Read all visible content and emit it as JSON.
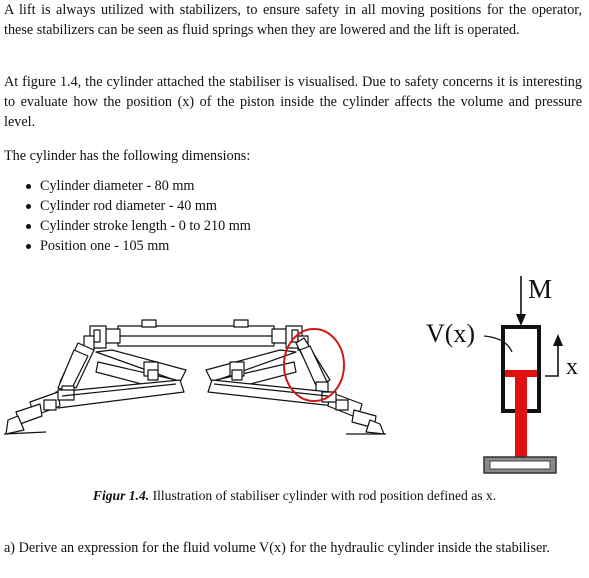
{
  "paragraphs": {
    "intro": "A lift is always utilized with stabilizers, to ensure safety in all moving positions for the operator, these stabilizers can be seen as fluid springs when they are lowered and the lift is operated.",
    "figure_ref": "At figure 1.4, the cylinder attached the stabiliser is visualised. Due to safety concerns it is interesting to evaluate how the position (x) of the piston inside the cylinder affects the volume and pressure level.",
    "dimensions_intro": "The cylinder has the following dimensions:"
  },
  "dimensions": [
    "Cylinder diameter - 80 mm",
    "Cylinder rod diameter - 40 mm",
    "Cylinder stroke length - 0 to 210 mm",
    "Position one - 105 mm"
  ],
  "figure": {
    "label_mass": "M",
    "label_volume": "V(x)",
    "label_position": "x",
    "colors": {
      "rod": "#e01010",
      "highlight_circle": "#d01818",
      "base": "#8a8a8a",
      "outline": "#111111"
    }
  },
  "caption": {
    "label": "Figur 1.4.",
    "text": "Illustration of stabiliser cylinder with rod position defined as x."
  },
  "question": {
    "text": "a) Derive an expression for the fluid volume V(x) for the hydraulic cylinder inside the stabiliser."
  }
}
